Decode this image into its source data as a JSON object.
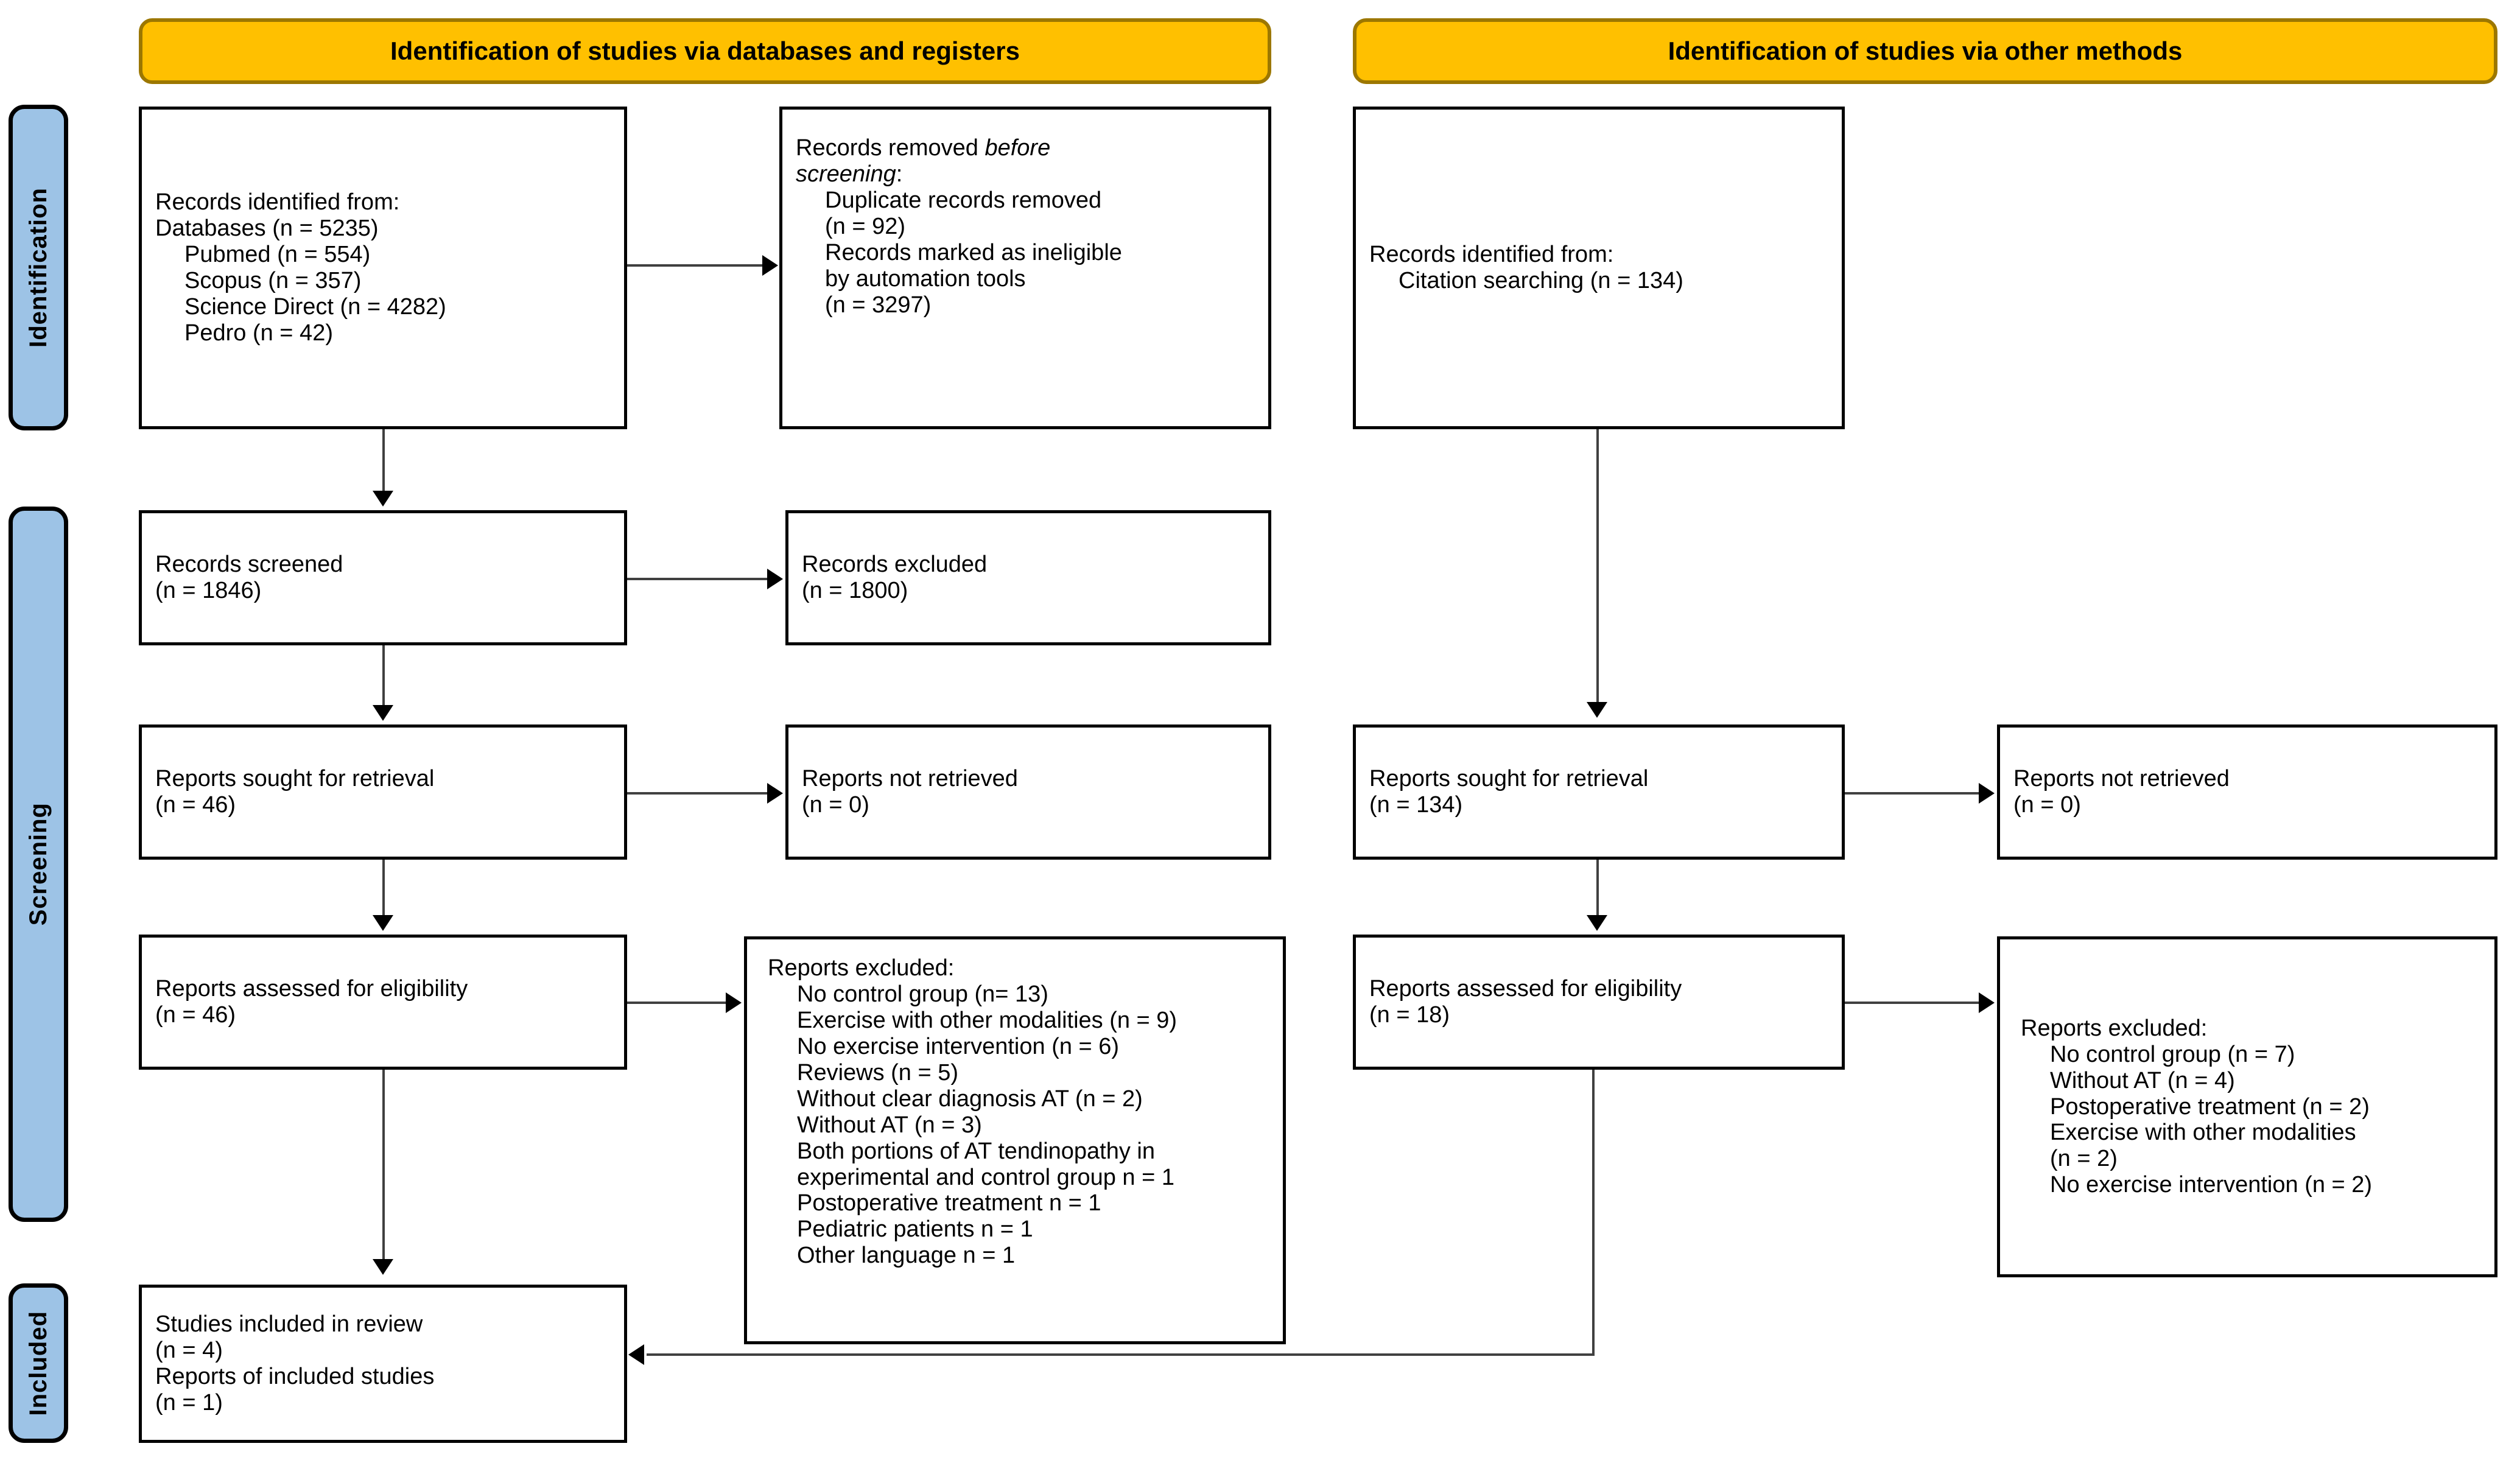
{
  "bands": [
    {
      "id": "identification",
      "label": "Identification"
    },
    {
      "id": "screening",
      "label": "Screening"
    },
    {
      "id": "included",
      "label": "Included"
    }
  ],
  "headers": {
    "databases": "Identification of studies via databases and registers",
    "other": "Identification of studies via other methods"
  },
  "boxes": {
    "records_identified_db": {
      "lines": [
        {
          "text": "Records identified from:",
          "indent": false
        },
        {
          "text": "Databases (n = 5235)",
          "indent": false
        },
        {
          "text": "Pubmed (n = 554)",
          "indent": true
        },
        {
          "text": "Scopus (n = 357)",
          "indent": true
        },
        {
          "text": "Science Direct (n = 4282)",
          "indent": true
        },
        {
          "text": "Pedro (n = 42)",
          "indent": true
        }
      ]
    },
    "records_removed": {
      "lines": [
        {
          "text": "Records removed ",
          "indent": false,
          "italic_tail": "before"
        },
        {
          "text": "screening",
          "indent": false,
          "italic": true,
          "tail": ":"
        },
        {
          "text": "Duplicate records removed",
          "indent": true
        },
        {
          "text": "(n = 92)",
          "indent": true
        },
        {
          "text": "Records marked as ineligible",
          "indent": true
        },
        {
          "text": "by automation tools",
          "indent": true
        },
        {
          "text": "(n = 3297)",
          "indent": true
        }
      ]
    },
    "records_screened": {
      "lines": [
        {
          "text": "Records screened",
          "indent": false
        },
        {
          "text": "(n = 1846)",
          "indent": false
        }
      ]
    },
    "records_excluded": {
      "lines": [
        {
          "text": "Records excluded",
          "indent": false
        },
        {
          "text": "(n = 1800)",
          "indent": false
        }
      ]
    },
    "reports_sought_db": {
      "lines": [
        {
          "text": "Reports sought for retrieval",
          "indent": false
        },
        {
          "text": "(n = 46)",
          "indent": false
        }
      ]
    },
    "reports_not_retrieved_db": {
      "lines": [
        {
          "text": "Reports not retrieved",
          "indent": false
        },
        {
          "text": "(n = 0)",
          "indent": false
        }
      ]
    },
    "reports_assessed_db": {
      "lines": [
        {
          "text": "Reports assessed for eligibility",
          "indent": false
        },
        {
          "text": "(n = 46)",
          "indent": false
        }
      ]
    },
    "reports_excluded_db": {
      "lines": [
        {
          "text": "Reports excluded:",
          "indent": false
        },
        {
          "text": "No control group (n= 13)",
          "indent": true
        },
        {
          "text": "Exercise with other modalities (n = 9)",
          "indent": true
        },
        {
          "text": "No exercise intervention (n = 6)",
          "indent": true
        },
        {
          "text": "Reviews (n = 5)",
          "indent": true
        },
        {
          "text": "Without clear diagnosis AT (n = 2)",
          "indent": true
        },
        {
          "text": "Without AT (n = 3)",
          "indent": true
        },
        {
          "text": "Both portions of AT tendinopathy in",
          "indent": true
        },
        {
          "text": "experimental and control group n = 1",
          "indent": true
        },
        {
          "text": "Postoperative treatment n = 1",
          "indent": true
        },
        {
          "text": "Pediatric patients n = 1",
          "indent": true
        },
        {
          "text": "Other language n = 1",
          "indent": true
        }
      ]
    },
    "records_identified_other": {
      "lines": [
        {
          "text": "Records identified from:",
          "indent": false
        },
        {
          "text": "Citation searching (n = 134)",
          "indent": true
        }
      ]
    },
    "reports_sought_other": {
      "lines": [
        {
          "text": "Reports sought for retrieval",
          "indent": false
        },
        {
          "text": "(n = 134)",
          "indent": false
        }
      ]
    },
    "reports_not_retrieved_other": {
      "lines": [
        {
          "text": "Reports not retrieved",
          "indent": false
        },
        {
          "text": "(n = 0)",
          "indent": false
        }
      ]
    },
    "reports_assessed_other": {
      "lines": [
        {
          "text": "Reports assessed for eligibility",
          "indent": false
        },
        {
          "text": "(n = 18)",
          "indent": false
        }
      ]
    },
    "reports_excluded_other": {
      "lines": [
        {
          "text": "Reports excluded:",
          "indent": false
        },
        {
          "text": "No control group (n = 7)",
          "indent": true
        },
        {
          "text": "Without AT (n = 4)",
          "indent": true
        },
        {
          "text": "Postoperative treatment (n = 2)",
          "indent": true
        },
        {
          "text": "Exercise with other modalities",
          "indent": true
        },
        {
          "text": "(n = 2)",
          "indent": true
        },
        {
          "text": "No exercise intervention (n = 2)",
          "indent": true
        }
      ]
    },
    "studies_included": {
      "lines": [
        {
          "text": "Studies included in review",
          "indent": false
        },
        {
          "text": "(n = 4)",
          "indent": false
        },
        {
          "text": "Reports of included studies",
          "indent": false
        },
        {
          "text": "(n = 1)",
          "indent": false
        }
      ]
    }
  },
  "colors": {
    "band_fill": "#9DC3E6",
    "header_fill": "#FFC000",
    "header_border": "#9C7700",
    "box_border": "#000000",
    "connector": "#404040"
  }
}
